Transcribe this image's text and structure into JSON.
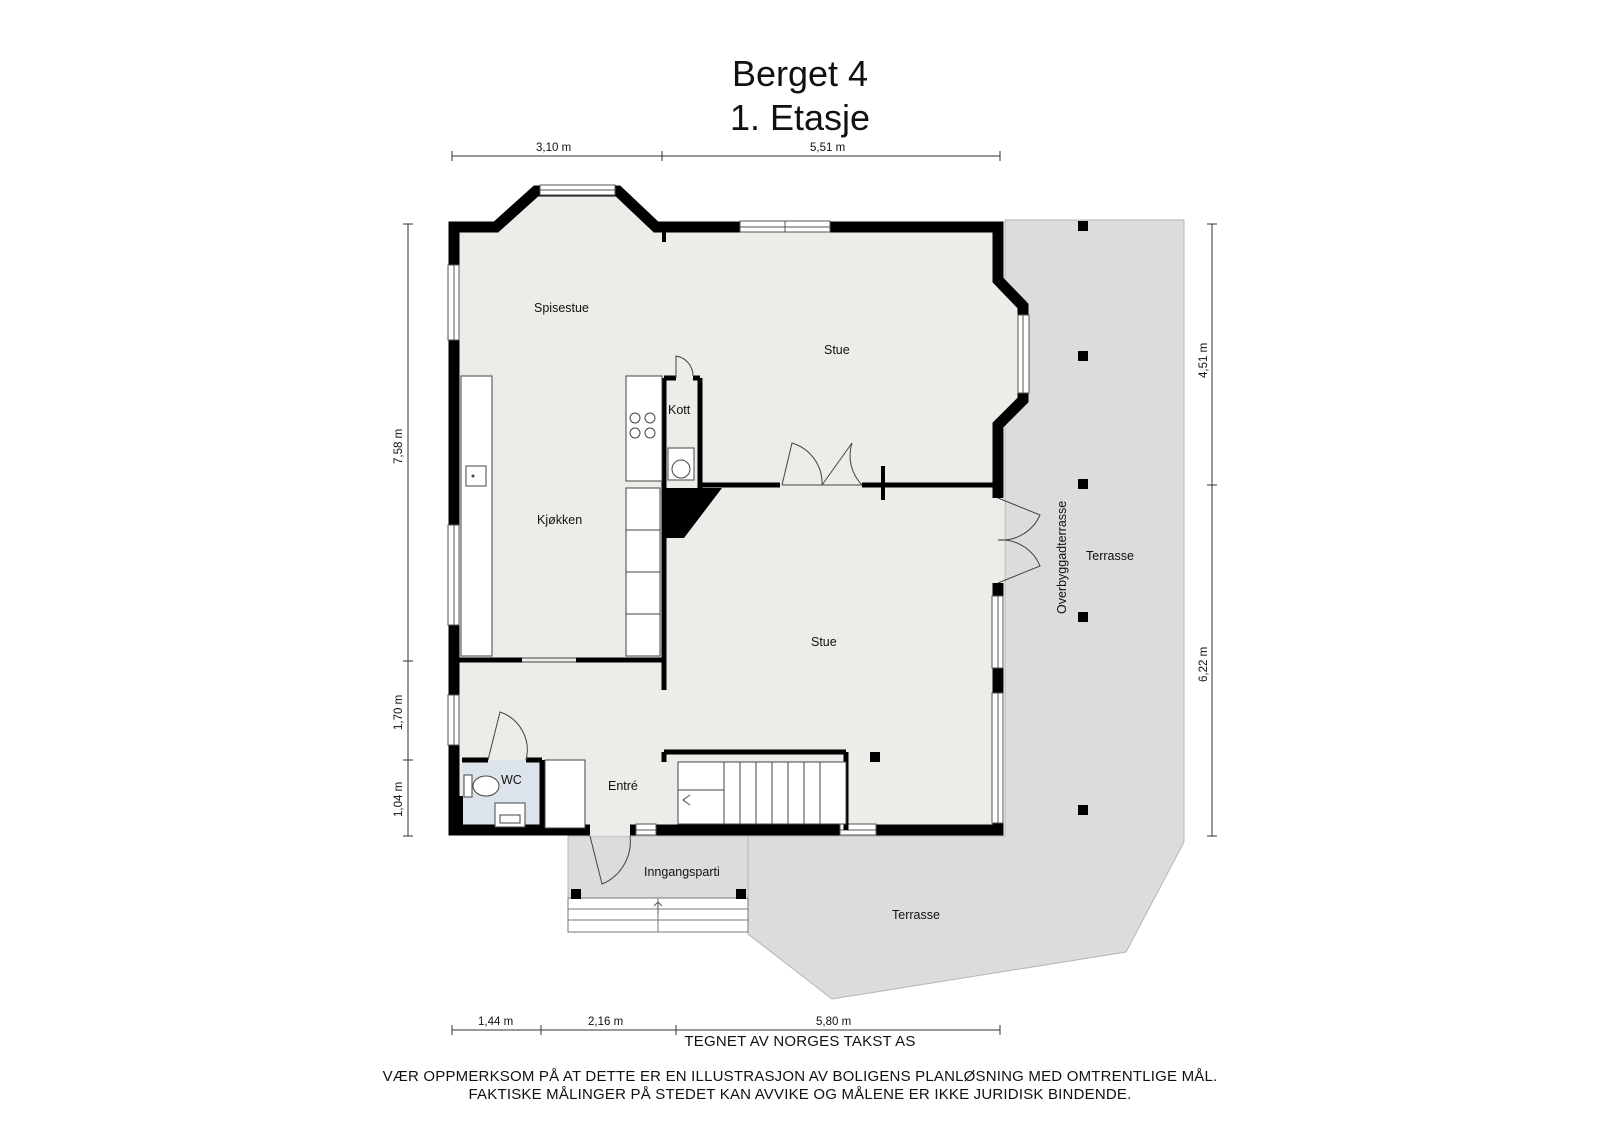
{
  "title": {
    "line1": "Berget 4",
    "line2": "1. Etasje"
  },
  "rooms": {
    "spisestue": "Spisestue",
    "stue_upper": "Stue",
    "kott": "Kott",
    "kjokken": "Kjøkken",
    "stue_lower": "Stue",
    "wc": "WC",
    "entre": "Entré",
    "inngangsparti": "Inngangsparti",
    "terrasse_right": "Terrasse",
    "overbygget": "Overbyggadterrasse",
    "terrasse_bottom": "Terrasse"
  },
  "dimensions": {
    "top": [
      "3,10 m",
      "5,51 m"
    ],
    "left": [
      "7,58 m",
      "1,70 m",
      "1,04 m"
    ],
    "right": [
      "4,51 m",
      "6,22 m"
    ],
    "bottom": [
      "1,44 m",
      "2,16 m",
      "5,80 m"
    ]
  },
  "footer": {
    "credit": "TEGNET AV NORGES TAKST AS",
    "disclaimer1": "VÆR OPPMERKSOM PÅ AT DETTE ER EN ILLUSTRASJON AV BOLIGENS PLANLØSNING MED OMTRENTLIGE MÅL.",
    "disclaimer2": "FAKTISKE MÅLINGER PÅ STEDET KAN AVVIKE OG MÅLENE ER IKKE JURIDISK BINDENDE."
  },
  "colors": {
    "floor": "#ecece8",
    "terrace": "#dcdcdc",
    "wall": "#000000",
    "wc": "#dde3ea"
  }
}
